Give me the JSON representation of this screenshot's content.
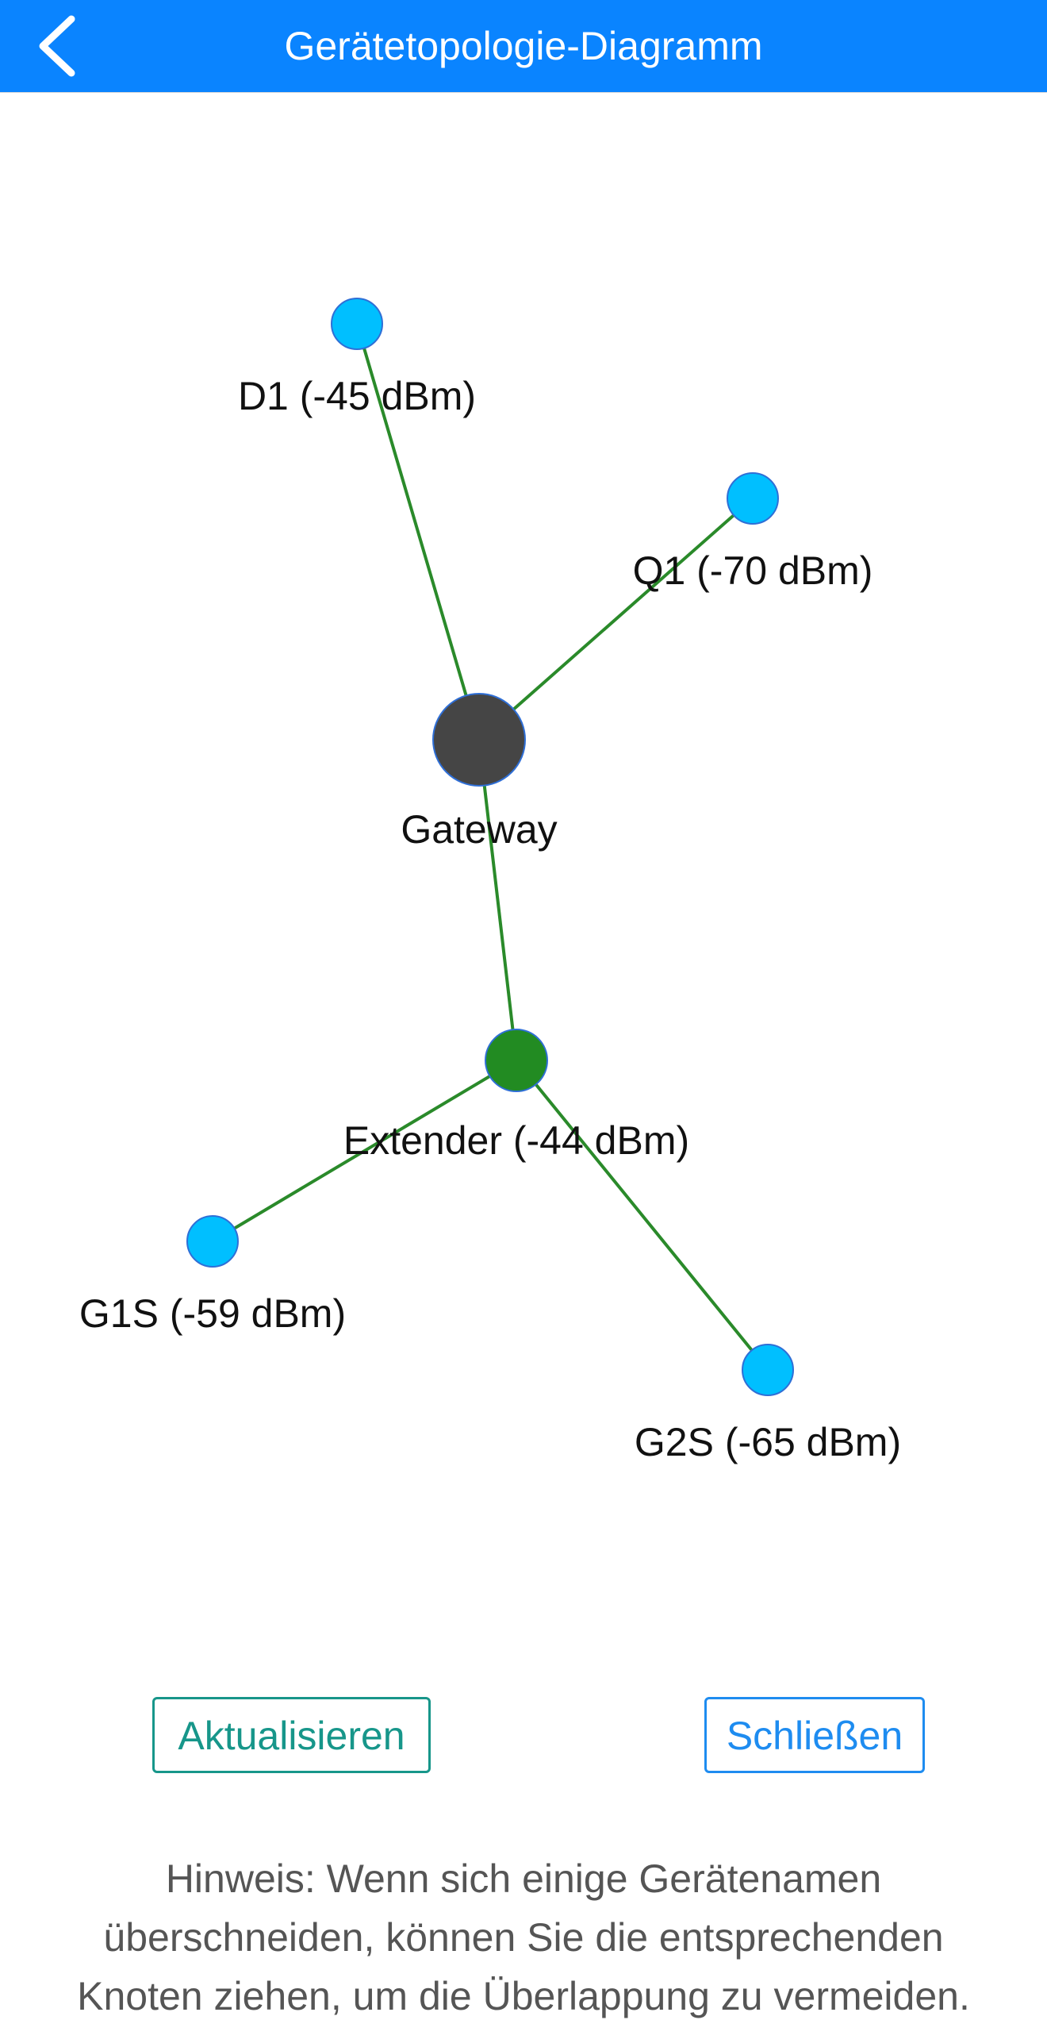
{
  "header": {
    "title": "Gerätetopologie-Diagramm",
    "back_icon": "chevron-left-icon",
    "background_color": "#0a84ff"
  },
  "topology": {
    "link_color": "#2a8a2a",
    "nodes": [
      {
        "id": "gateway",
        "label": "Gateway",
        "type": "gateway",
        "color": "#454545"
      },
      {
        "id": "d1",
        "label": "D1 (-45 dBm)",
        "type": "client",
        "color": "#00bfff"
      },
      {
        "id": "q1",
        "label": "Q1 (-70 dBm)",
        "type": "client",
        "color": "#00bfff"
      },
      {
        "id": "extender",
        "label": "Extender (-44 dBm)",
        "type": "extender",
        "color": "#228b22"
      },
      {
        "id": "g1s",
        "label": "G1S (-59 dBm)",
        "type": "client",
        "color": "#00bfff"
      },
      {
        "id": "g2s",
        "label": "G2S (-65 dBm)",
        "type": "client",
        "color": "#00bfff"
      }
    ],
    "links": [
      {
        "from": "gateway",
        "to": "d1"
      },
      {
        "from": "gateway",
        "to": "q1"
      },
      {
        "from": "gateway",
        "to": "extender"
      },
      {
        "from": "extender",
        "to": "g1s"
      },
      {
        "from": "extender",
        "to": "g2s"
      }
    ]
  },
  "buttons": {
    "refresh_label": "Aktualisieren",
    "close_label": "Schließen"
  },
  "hint": {
    "lines": [
      "Hinweis: Wenn sich einige Gerätenamen",
      "überschneiden, können Sie die entsprechenden",
      "Knoten ziehen, um die Überlappung zu vermeiden."
    ]
  }
}
